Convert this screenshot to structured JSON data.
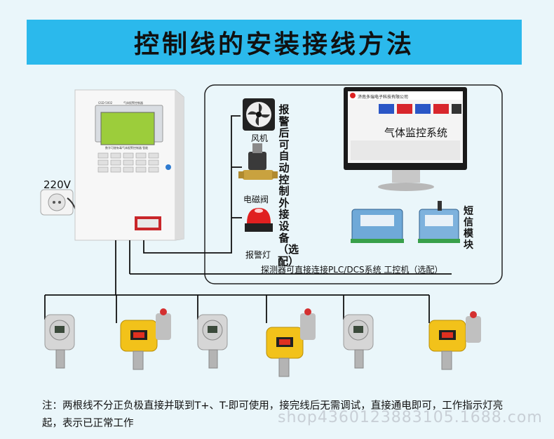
{
  "banner": {
    "title": "控制线的安装接线方法"
  },
  "power": {
    "voltage_label": "220V"
  },
  "panel": {
    "header_left": "GSD-5002",
    "header_right": "气体报警控制器",
    "footer_text": "数字可燃有毒气体报警控制器 智能"
  },
  "devices": {
    "fan_label": "风机",
    "valve_label": "电磁阀",
    "lamp_label": "报警灯",
    "vertical_note": "报警后可自动控制外接设备（选配）"
  },
  "monitor": {
    "company": "济南多瑞电子科技有限公司",
    "system_name": "气体监控系统"
  },
  "sms": {
    "label": "短信模块"
  },
  "plc_caption": "探测器可直接连接PLC/DCS系统 工控机（选配）",
  "note": {
    "text": "注：两根线不分正负极直接并联到T+、T-即可使用，接完线后无需调试，直接通电即可，工作指示灯亮起，表示已正常工作"
  },
  "watermark": "shop4360123883105.1688.com",
  "colors": {
    "banner": "#2bb9ec",
    "background": "#eaf6fa",
    "wire": "#111111"
  }
}
